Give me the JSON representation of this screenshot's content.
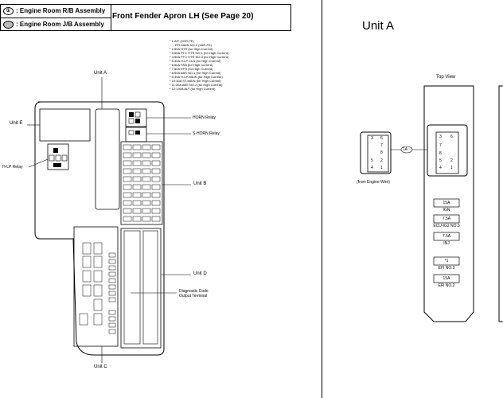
{
  "legend": {
    "row1_symbol": "①",
    "row1_label": ": Engine Room R/B Assembly",
    "row2_label": ": Engine Room J/B Assembly",
    "location_title": "Front Fender Apron LH (See Page 20)"
  },
  "left_diagram": {
    "unit_a_label": "Unit A",
    "unit_b_label": "Unit B",
    "unit_c_label": "Unit C",
    "unit_d_label": "Unit D",
    "unit_e_label": "Unit E",
    "hlp_relay_label": "H-LP Relay",
    "horn_relay_label": "HORN Relay",
    "shorn_relay_label": "S-HORN Relay",
    "diag_label_1": "Diagnostic Code",
    "diag_label_2": "Output Terminal",
    "notes": [
      "* 1:A/F (2GR-FE)",
      "EFI-MAIN NO.2 (2AR-FE)",
      "* 2:50A HTR (for High Current)",
      "* 3:50A PTC HTR NO.1 (for High Current)",
      "* 4:50A PTC HTR NO.3 (for High Current)",
      "* 5:30A H-LP CLN (for High Current)",
      "* 6:50A FAN (for High Current)",
      "* 7:50A EPS (for High Current)",
      "* 8:50A ABS NO.1 (for High Current)",
      "* 9:30A H-LP-MAIN (for High Current)",
      "* 10:30A ST-MAIN (for High Current)",
      "* 11:30A ABS NO.2 (for High Current)",
      "* 12:140A ALT (for High Current)"
    ]
  },
  "right_diagram": {
    "title": "Unit A",
    "top_view_label": "Top View",
    "connector_tag": "1A",
    "from_engine_wire": "(from Engine Wire)",
    "connector_pins": [
      "3",
      "6",
      "7",
      "8",
      "5",
      "2",
      "4",
      "1"
    ],
    "fuses": [
      {
        "rating": "15A",
        "name": "IGN"
      },
      {
        "rating": "7.5A",
        "name": "ECU-IG2 NO.3"
      },
      {
        "rating": "7.5A",
        "name": "INJ"
      },
      {
        "rating": "*1",
        "name": "EFI NO.3"
      },
      {
        "rating": "15A",
        "name": "EFI NO.2"
      }
    ]
  }
}
